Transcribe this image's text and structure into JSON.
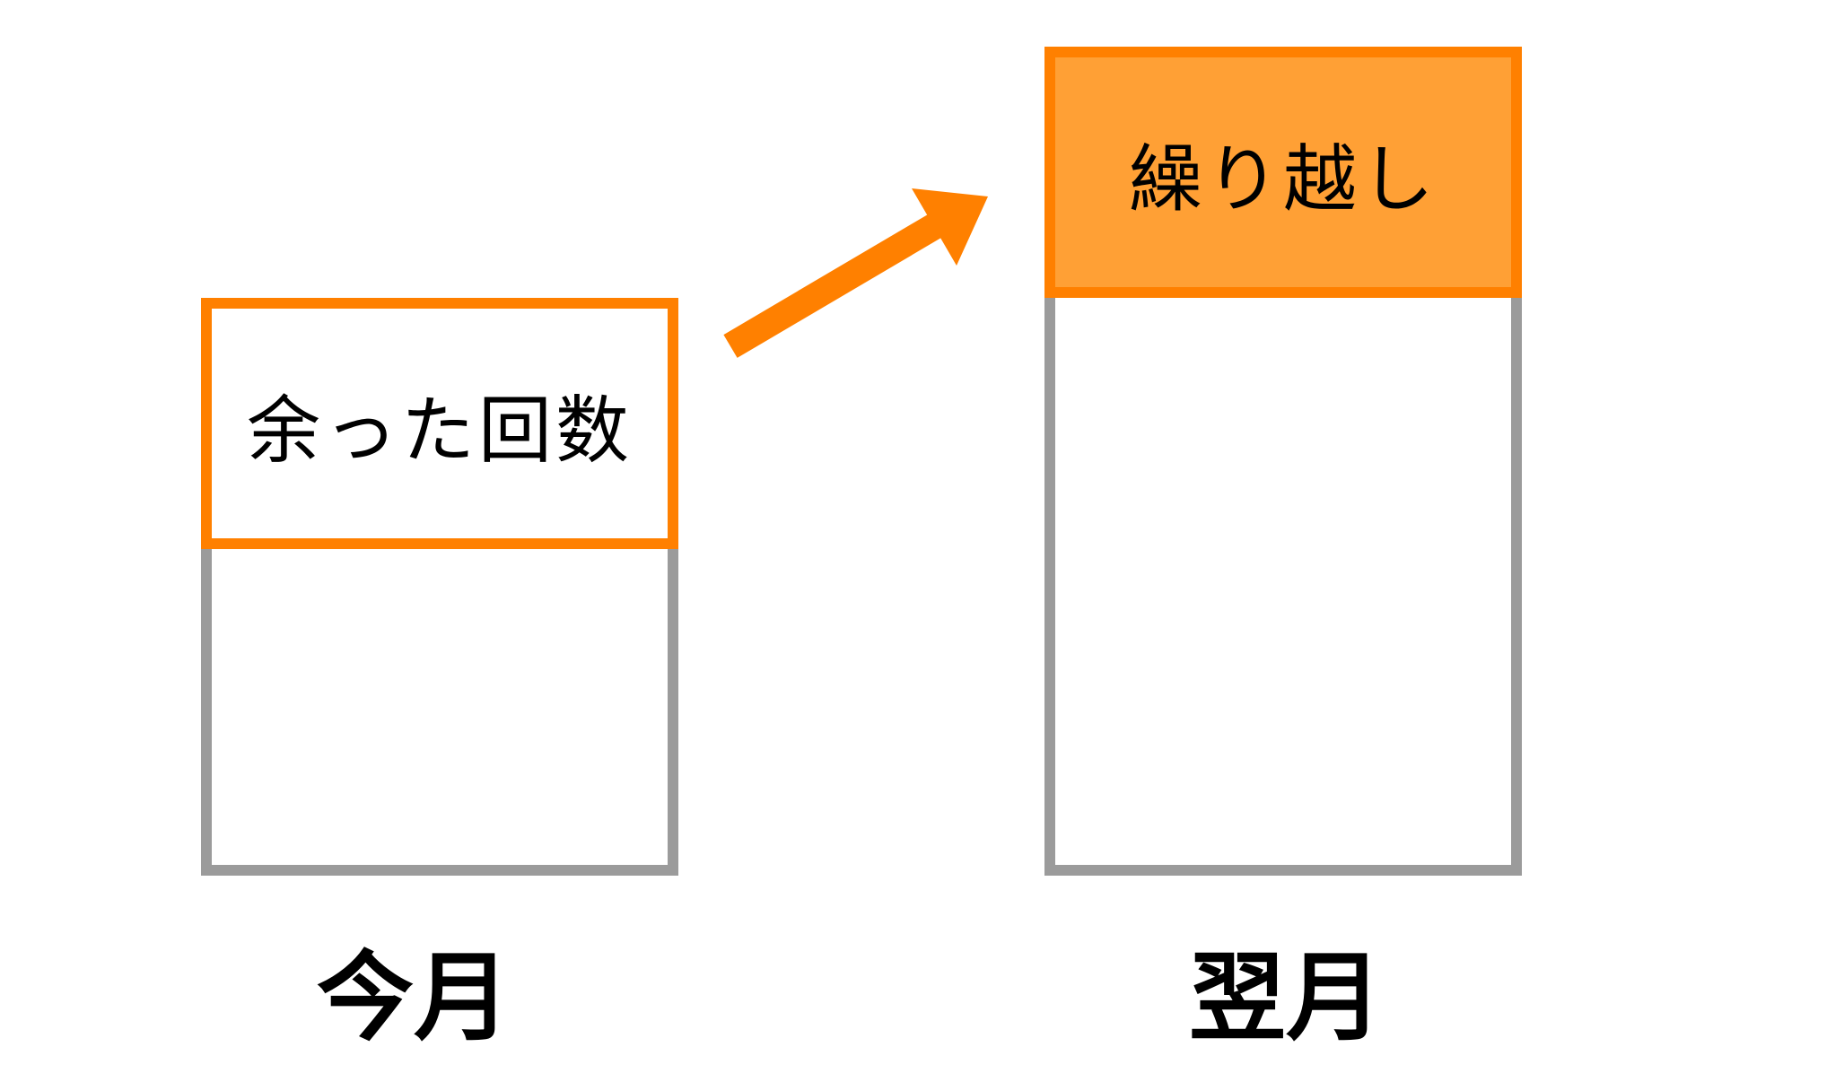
{
  "colors": {
    "accent": "#ff8000",
    "accent_fill": "#ffa035",
    "outline": "#9b9b9b"
  },
  "left_column": {
    "box_label": "余った回数",
    "caption": "今月"
  },
  "right_column": {
    "box_label": "繰り越し",
    "caption": "翌月"
  },
  "arrow": {
    "icon": "arrow-up-right-icon"
  }
}
